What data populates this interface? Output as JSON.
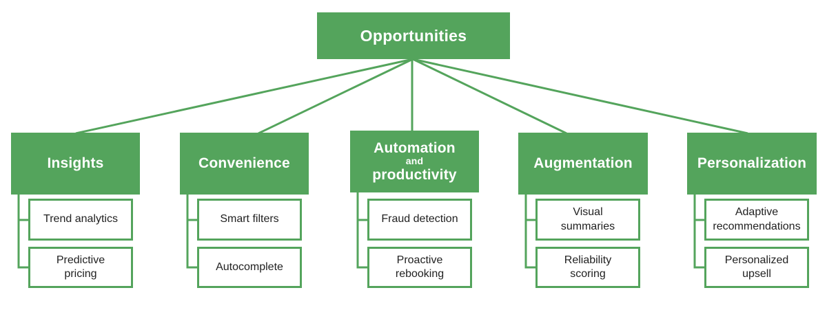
{
  "colors": {
    "green": "#54a45c",
    "leaf_text": "#212121",
    "header_text": "#ffffff"
  },
  "root": {
    "label": "Opportunities"
  },
  "branches": [
    {
      "title": "Insights",
      "children": [
        {
          "label": "Trend analytics"
        },
        {
          "label": "Predictive\npricing"
        }
      ]
    },
    {
      "title": "Convenience",
      "children": [
        {
          "label": "Smart filters"
        },
        {
          "label": "Autocomplete"
        }
      ]
    },
    {
      "title_lines": [
        "Automation",
        "and",
        "productivity"
      ],
      "children": [
        {
          "label": "Fraud detection"
        },
        {
          "label": "Proactive\nrebooking"
        }
      ]
    },
    {
      "title": "Augmentation",
      "children": [
        {
          "label": "Visual\nsummaries"
        },
        {
          "label": "Reliability\nscoring"
        }
      ]
    },
    {
      "title": "Personalization",
      "children": [
        {
          "label": "Adaptive\nrecommendations"
        },
        {
          "label": "Personalized\nupsell"
        }
      ]
    }
  ]
}
